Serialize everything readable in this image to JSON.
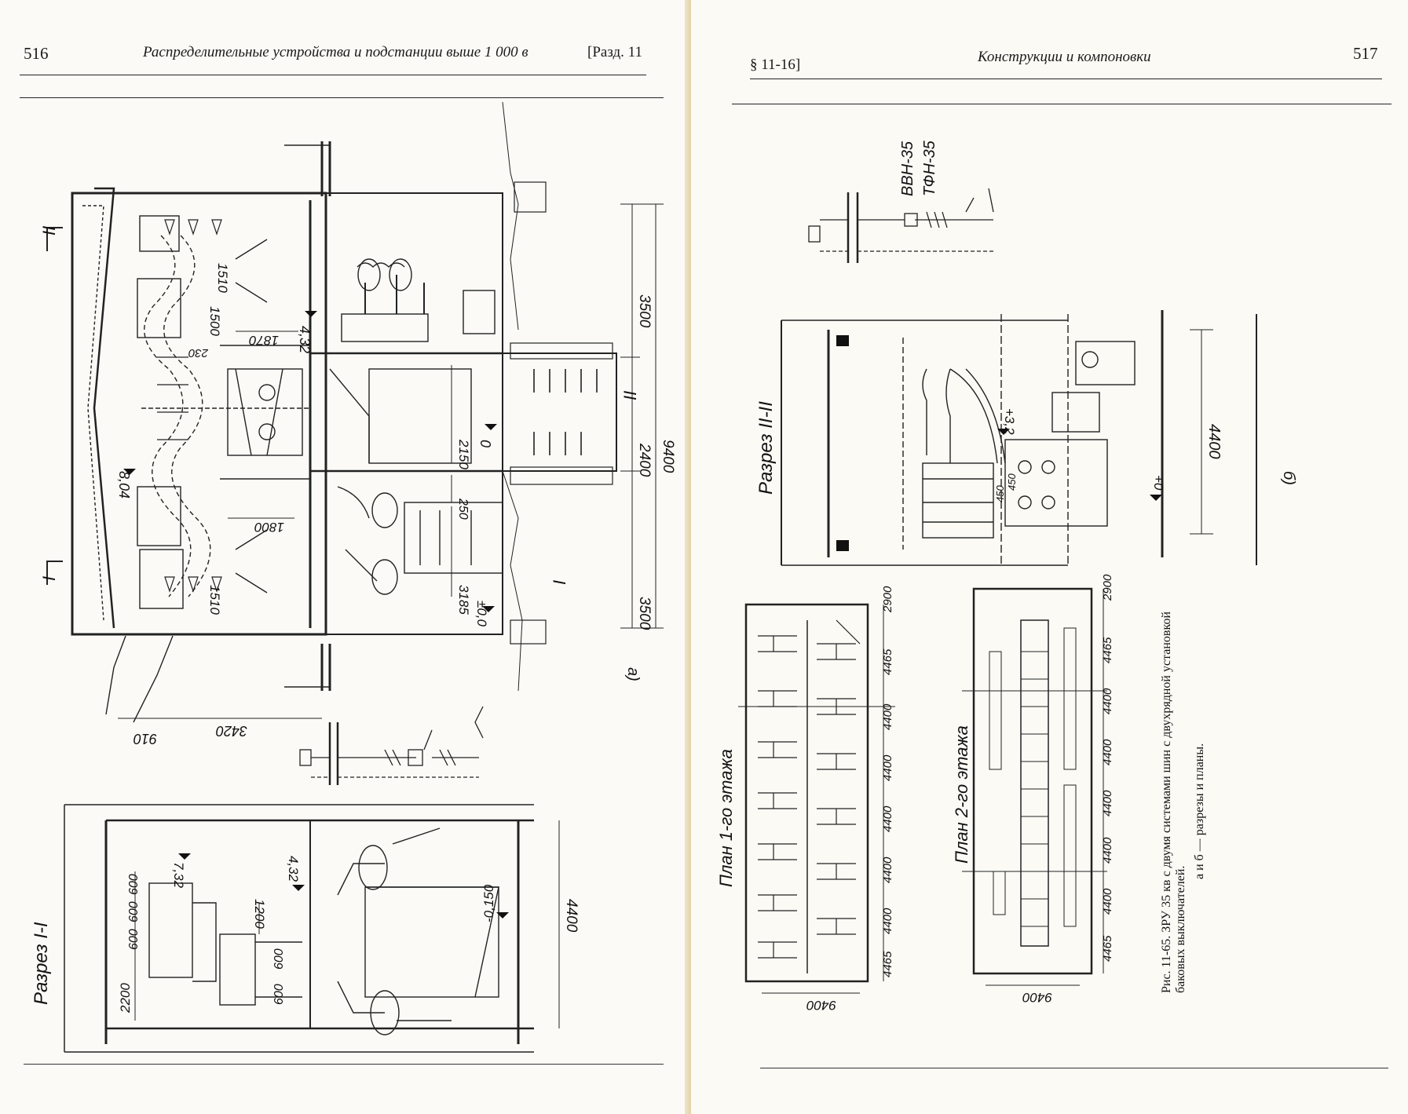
{
  "left": {
    "page_number": "516",
    "running_title": "Распределительные устройства и подстанции выше 1 000 в",
    "section_ref": "[Разд. 11",
    "fig_a": {
      "panel_label": "а)",
      "cut_marks": [
        "II",
        "I",
        "II",
        "I"
      ],
      "dimensions": [
        "1510",
        "1500",
        "1870",
        "230",
        "1800",
        "1510",
        "3500",
        "2400",
        "9400",
        "3500",
        "2150",
        "250",
        "3185",
        "3420",
        "910"
      ],
      "elevations": [
        "4,32",
        "8,04",
        "0",
        "±0,0"
      ]
    },
    "section_1": {
      "title": "Разрез I-I",
      "dimensions": [
        "600",
        "600",
        "600",
        "600",
        "600",
        "2200",
        "1200",
        "4400"
      ],
      "elevations": [
        "7,32",
        "4,32",
        "-0,150"
      ]
    }
  },
  "right": {
    "page_number": "517",
    "section_ref": "§ 11-16]",
    "running_title": "Конструкции и компоновки",
    "scheme_labels": [
      "ВВН-35",
      "ТФН-35"
    ],
    "section_2": {
      "title": "Разрез II-II",
      "dimensions": [
        "4400",
        "450",
        "450"
      ],
      "elevations": [
        "+3,2",
        "+0"
      ]
    },
    "panel_b": "б)",
    "plan_1": {
      "title": "План 1-го этажа",
      "dimensions": [
        "2900",
        "4465",
        "4400",
        "4400",
        "4400",
        "4400",
        "4400",
        "4465",
        "9400"
      ]
    },
    "plan_2": {
      "title": "План 2-го этажа",
      "dimensions": [
        "2900",
        "4465",
        "4400",
        "4400",
        "4400",
        "4400",
        "4400",
        "4465",
        "9400"
      ]
    },
    "caption": {
      "line1": "Рис. 11-65. ЗРУ 35 кв с двумя системами шин с двухрядной установкой",
      "line2": "баковых выключателей.",
      "line3": "а и б — разрезы и планы."
    }
  }
}
